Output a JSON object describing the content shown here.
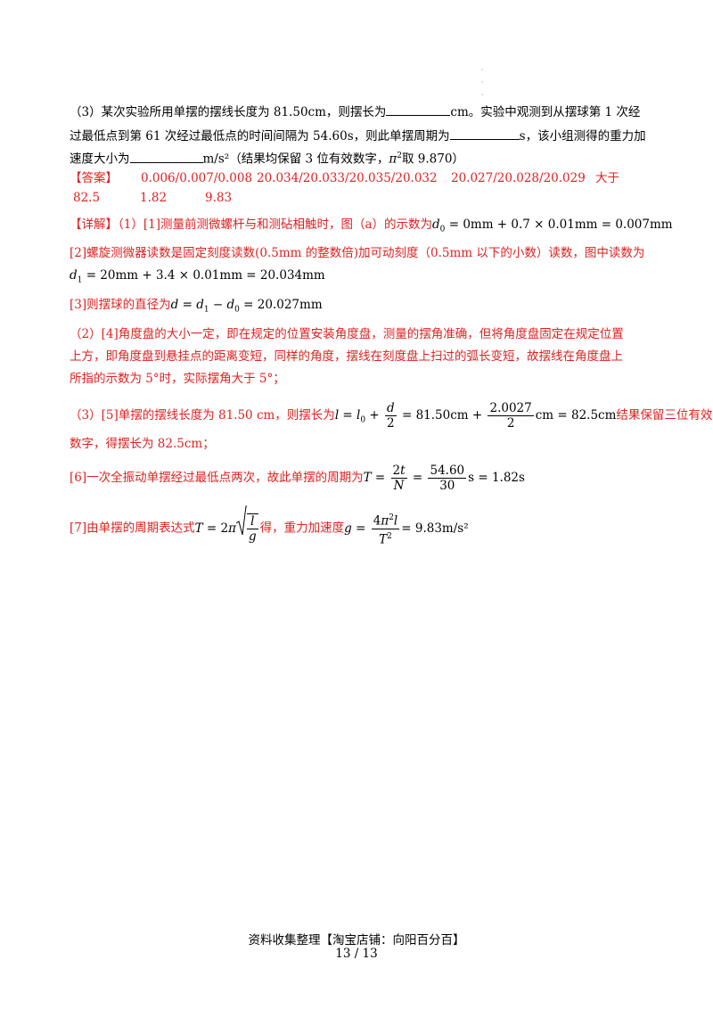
{
  "question3": {
    "part_a": "（3）某次实验所用单摆的摆线长度为 81.50cm，则摆长为",
    "part_b": "cm。实验中观测到从摆球第 1 次经",
    "line2_a": "过最低点到第 61 次经过最低点的时间间隔为 54.60s，则此单摆周期为",
    "line2_b": "s，该小组测得的重力加",
    "line3_a": "速度大小为",
    "line3_b": "m/s²（结果均保留 3 位有效数字，",
    "line3_pi": "π",
    "line3_c": "取 9.870）"
  },
  "answer": {
    "label": "【答案】",
    "items": [
      "0.006/0.007/0.008",
      "20.034/20.033/20.035/20.032",
      "20.027/20.028/20.029",
      "大于"
    ],
    "items2": [
      "82.5",
      "1.82",
      "9.83"
    ]
  },
  "detail": {
    "label": "【详解】",
    "l1": "（1）[1]测量前测微螺杆与和测砧相触时，图（a）的示数为",
    "l1_math": "0mm + 0.7 × 0.01mm = 0.007mm",
    "l2": "[2]螺旋测微器读数是固定刻度读数(0.5mm 的整数倍)加可动刻度（0.5mm 以下的小数）读数，图中读数为",
    "l3_math": "= 20mm + 3.4 × 0.01mm = 20.034mm",
    "l4": "[3]则摆球的直径为",
    "l4_math": "= 20.027mm",
    "l5": "（2）[4]角度盘的大小一定，即在规定的位置安装角度盘，测量的摆角准确，但将角度盘固定在规定位置",
    "l6": "上方，即角度盘到悬挂点的距离变短，同样的角度，摆线在刻度盘上扫过的弧长变短，故摆线在角度盘上",
    "l7": "所指的示数为 5°时，实际摆角大于 5°；",
    "l8": "（3）[5]单摆的摆线长度为 81.50 cm，则摆长为",
    "l8_mid": "= 81.50cm +",
    "l8_frac_num": "2.0027",
    "l8_frac_den": "2",
    "l8_end": "cm = 82.5cm",
    "l8_tail": "结果保留三位有效",
    "l9": "数字，得摆长为 82.5cm；",
    "l10": "[6]一次全振动单摆经过最低点两次，故此单摆的周期为",
    "l10_num": "54.60",
    "l10_den": "30",
    "l10_end": "s = 1.82s",
    "l11": "[7]由单摆的周期表达式",
    "l11_mid": "得，重力加速度",
    "l11_end": "= 9.83m/s²"
  },
  "footer": {
    "line1": "资料收集整理【淘宝店铺：向阳百分百】",
    "page": "13  /  13"
  }
}
